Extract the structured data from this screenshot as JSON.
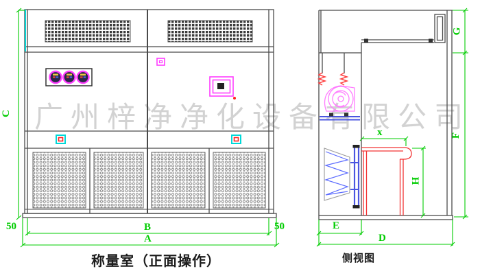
{
  "watermark": "广州梓净净化设备有限公司",
  "front": {
    "title": "称量室（正面操作）",
    "labels": {
      "c": "C",
      "fifty_left": "50",
      "fifty_right": "50",
      "b": "B",
      "a": "A"
    }
  },
  "side": {
    "title": "侧视图",
    "labels": {
      "g": "G",
      "f": "F",
      "x": "x",
      "h": "H",
      "e": "E",
      "d": "D"
    }
  },
  "colors": {
    "dimension_green": "#00cc00",
    "outline_gray": "#4a4a4a",
    "accent_magenta": "#ff3dff",
    "accent_red": "#ff2020",
    "accent_blue": "#4a55e0",
    "accent_cyan": "#00d8d8",
    "watermark_gray": "#d2d2d2"
  }
}
